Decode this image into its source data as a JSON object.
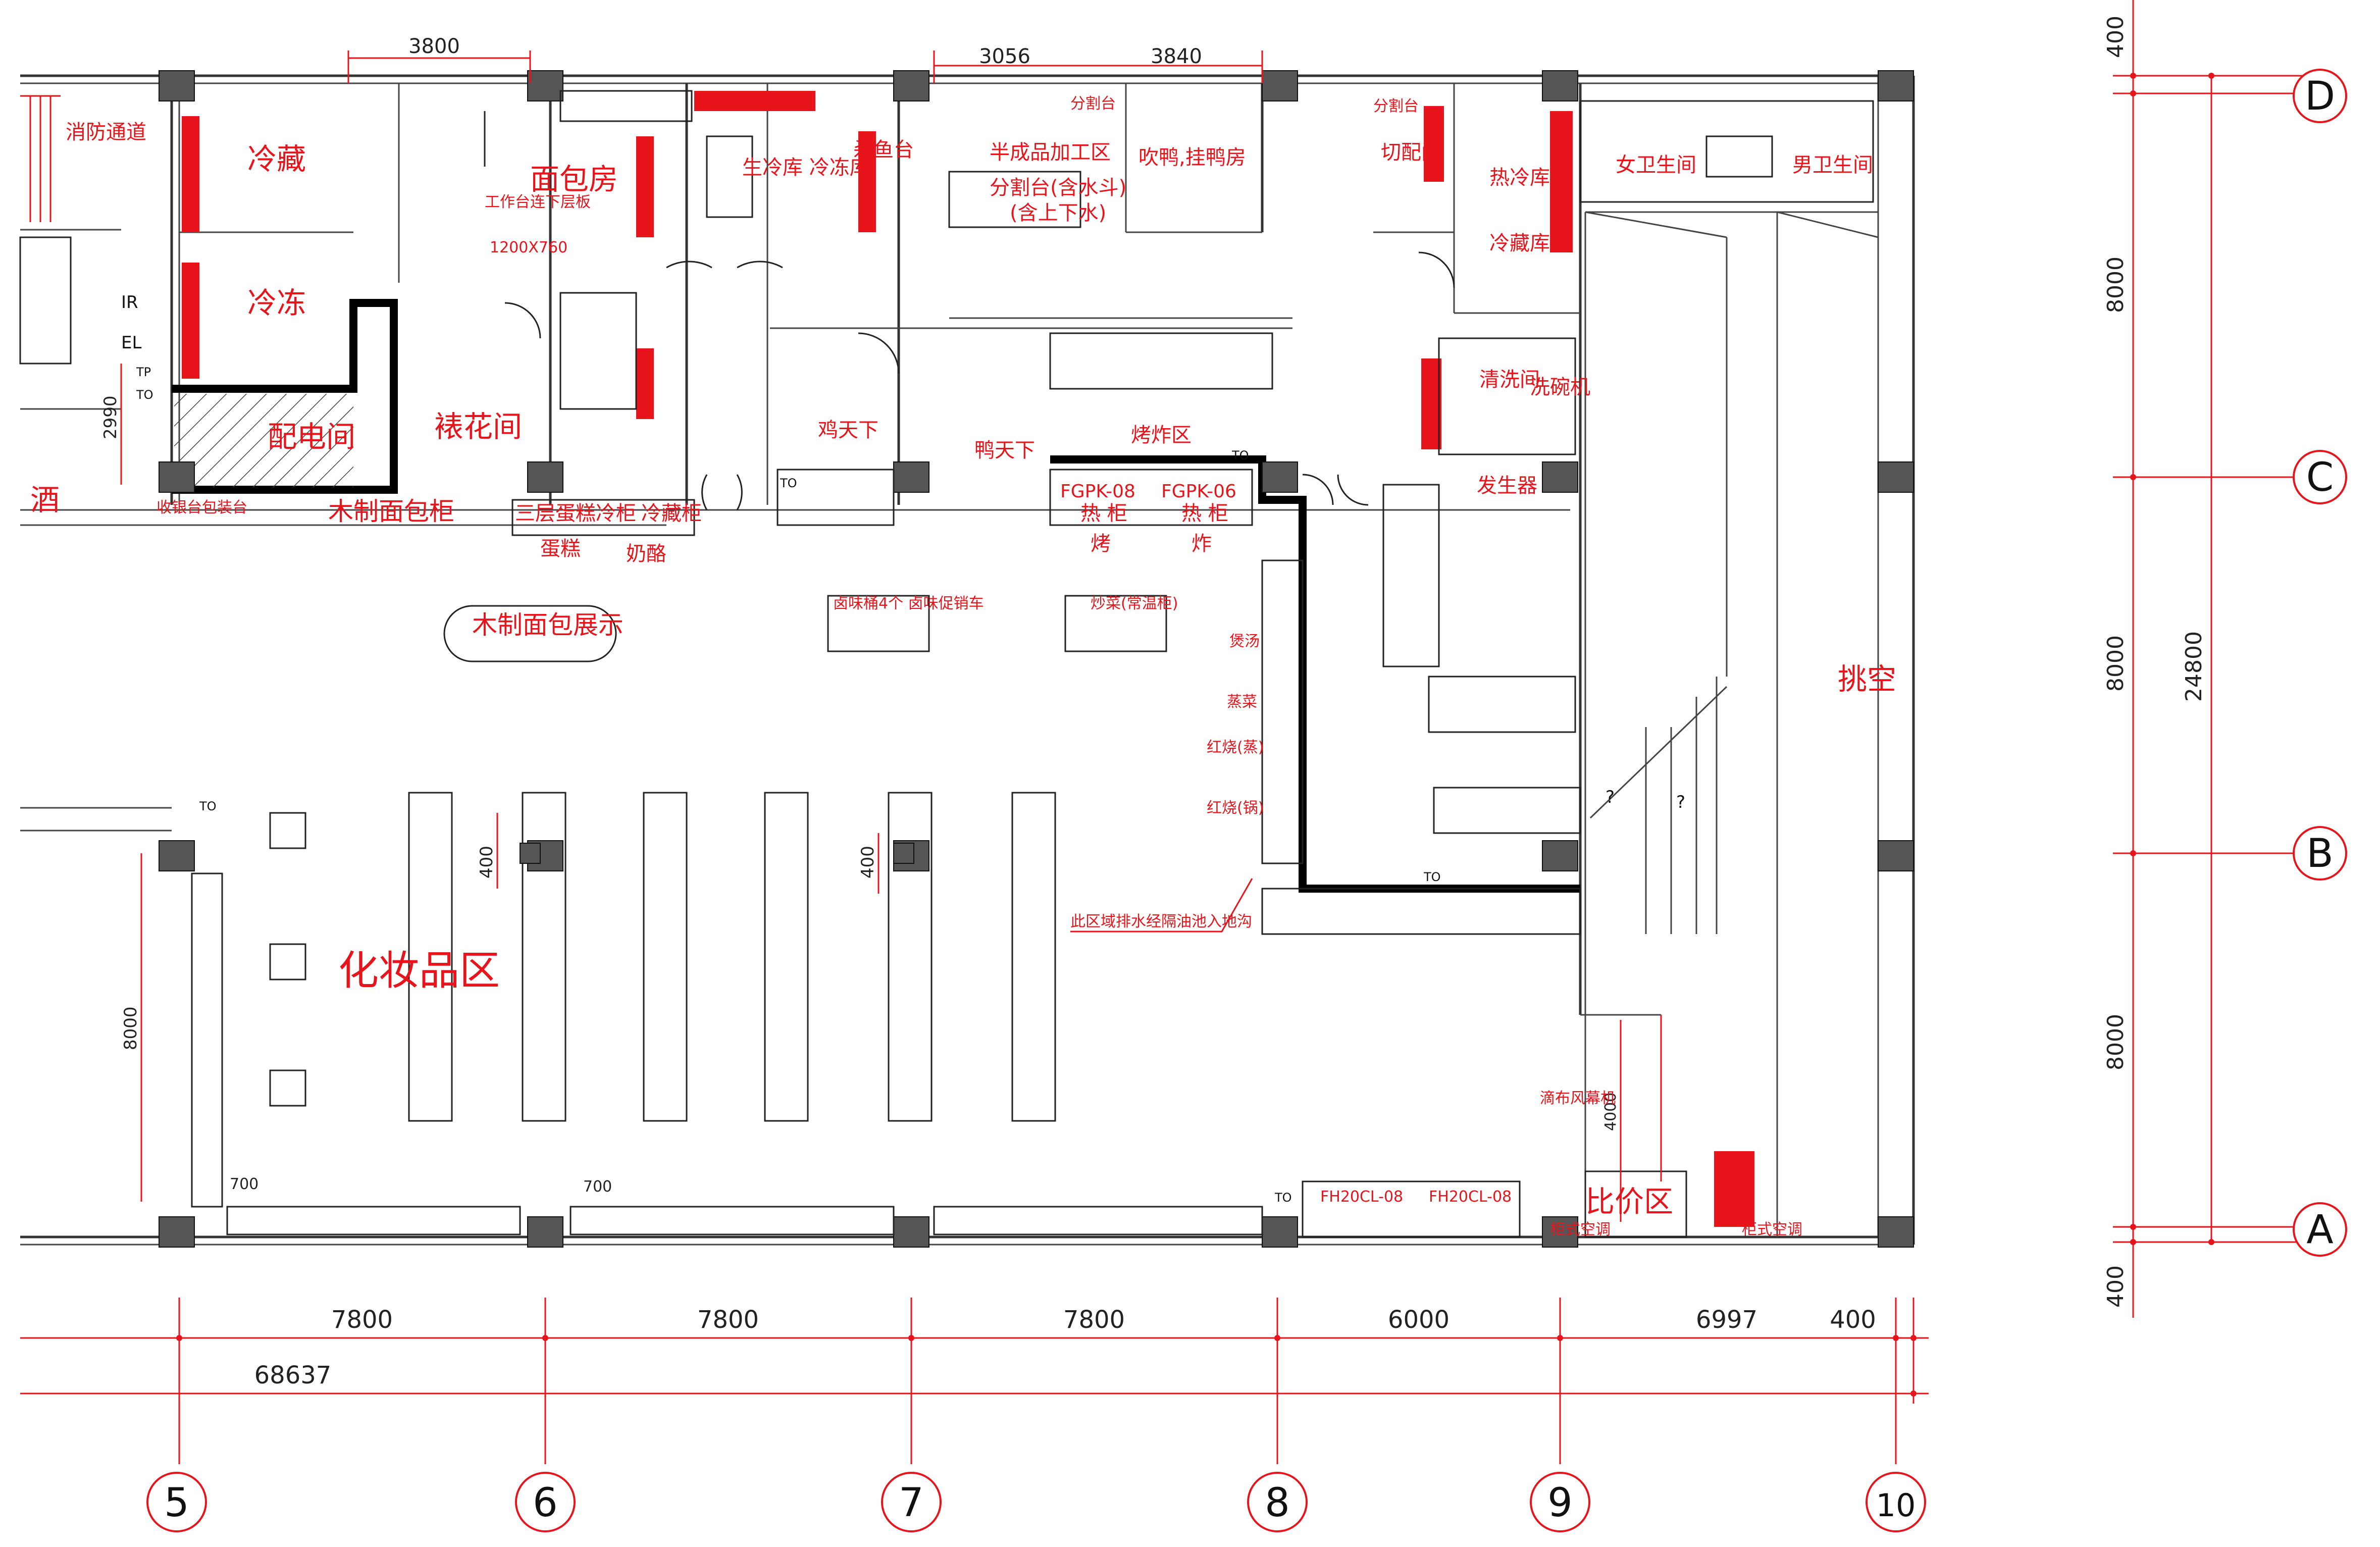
{
  "rooms": {
    "fire_passage": "消防通道",
    "cold_storage": "冷藏",
    "freezer": "冷冻",
    "bakery": "面包房",
    "raw_cold_room": "生冷库\n冷冻库",
    "fish_station": "杀鱼台",
    "semi_finished": "半成品加工区",
    "cutting_table_water": "分割台(含水斗)",
    "water_note": "(含上下水)",
    "duck_roast": "吹鸭,挂鸭房",
    "cut_room": "切配间",
    "hot_cold_room": "热冷库",
    "cold_room2": "冷藏库",
    "female_wc": "女卫生间",
    "male_wc": "男卫生间",
    "power_room": "配电间",
    "decorating_room": "裱花间",
    "wine": "酒",
    "chicken": "鸡天下",
    "duck": "鸭天下",
    "fried_zone": "烤炸区",
    "washing_room": "清洗间",
    "dishwasher": "洗碗机",
    "generator": "发生器",
    "void": "挑空",
    "cosmetics": "化妆品区",
    "price_zone": "比价区",
    "wood_bread_cabinet": "木制面包柜",
    "three_layer_cake": "三层蛋糕冷柜",
    "cold_cabinet": "冷藏柜",
    "cake": "蛋糕",
    "dairy": "奶酪",
    "wood_bread_display": "木制面包展示",
    "cashier": "收银台",
    "packing": "包装台",
    "fgpk08": "FGPK-08",
    "fgpk06": "FGPK-06",
    "hot_cabinet": "热  柜",
    "roast": "烤",
    "fry": "炸",
    "fh20_a": "FH20CL-08",
    "fh20_b": "FH20CL-08",
    "drain_note": "此区域排水经隔油池入地沟",
    "marinade_cart": "卤味桶4个 卤味促销车",
    "fried_rice": "炒菜(常温柜)",
    "work_table": "工作台连下层板",
    "size_1200": "1200X760",
    "cutting_table": "分割台",
    "pot_table": "煲汤",
    "steam": "蒸菜",
    "red_braise": "红烧(蒸)",
    "red_braise2": "红烧(锅)",
    "curtain": "滴布风幕机",
    "cabinet_ac": "柜式空调"
  },
  "labels_misc": {
    "ir": "IR",
    "el": "EL",
    "tp": "TP",
    "to": "TO",
    "q1": "?",
    "q2": "?"
  },
  "dimensions": {
    "top_3800": "3800",
    "top_3056": "3056",
    "top_3840": "3840",
    "left_2990": "2990",
    "left_8000": "8000",
    "in_400_a": "400",
    "in_400_b": "400",
    "in_700_a": "700",
    "in_700_b": "700",
    "in_4000": "4000",
    "bottom_spans": [
      "7800",
      "7800",
      "7800",
      "6000",
      "6997",
      "400"
    ],
    "bottom_total": "68637",
    "right_spans": [
      "400",
      "8000",
      "8000",
      "8000",
      "400"
    ],
    "right_total": "24800"
  },
  "grid_axes": {
    "columns": [
      "5",
      "6",
      "7",
      "8",
      "9",
      "10"
    ],
    "rows": [
      "D",
      "C",
      "B",
      "A"
    ]
  },
  "colors": {
    "annotation": "#e8141b",
    "structure": "#222222"
  }
}
